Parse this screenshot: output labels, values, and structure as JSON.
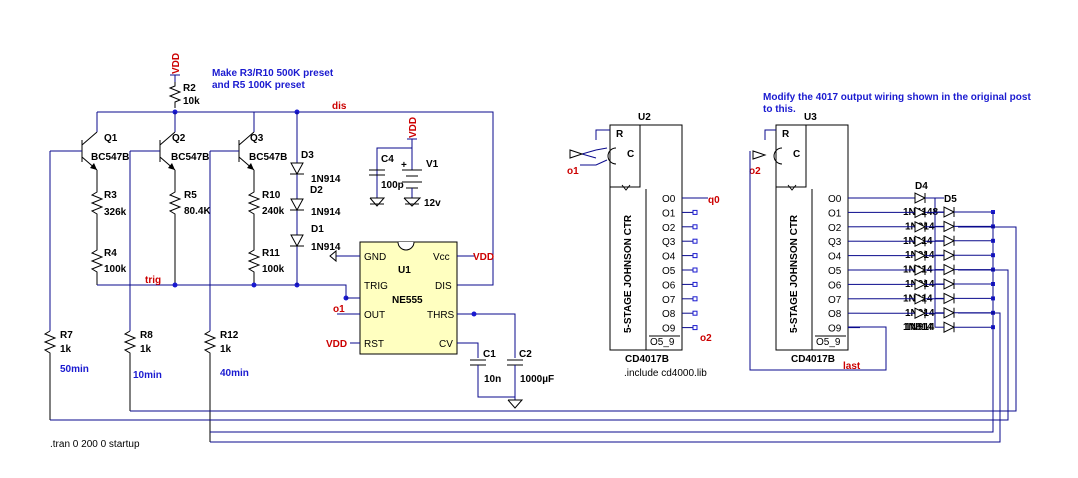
{
  "notes": {
    "preset": [
      "Make R3/R10 500K preset",
      "and R5 100K preset"
    ],
    "modify": [
      "Modify the 4017 output wiring shown in the original post",
      "to this."
    ],
    "include": ".include cd4000.lib",
    "tran": ".tran 0 200 0 startup"
  },
  "nets": {
    "vdd": "VDD",
    "dis": "dis",
    "trig": "trig",
    "o1": "o1",
    "o2": "o2",
    "q0": "q0",
    "last": "last"
  },
  "transistors": [
    {
      "name": "Q1",
      "model": "BC547B"
    },
    {
      "name": "Q2",
      "model": "BC547B"
    },
    {
      "name": "Q3",
      "model": "BC547B"
    }
  ],
  "resistors": {
    "R2": {
      "name": "R2",
      "value": "10k"
    },
    "R3": {
      "name": "R3",
      "value": "326k"
    },
    "R4": {
      "name": "R4",
      "value": "100k"
    },
    "R5": {
      "name": "R5",
      "value": "80.4K"
    },
    "R10": {
      "name": "R10",
      "value": "240k"
    },
    "R11": {
      "name": "R11",
      "value": "100k"
    },
    "R7": {
      "name": "R7",
      "value": "1k",
      "note": "50min"
    },
    "R8": {
      "name": "R8",
      "value": "1k",
      "note": "10min"
    },
    "R12": {
      "name": "R12",
      "value": "1k",
      "note": "40min"
    }
  },
  "diodes_left": [
    {
      "name": "D3",
      "model": "1N914"
    },
    {
      "name": "D2",
      "model": "1N914"
    },
    {
      "name": "D1",
      "model": "1N914"
    }
  ],
  "caps": {
    "C4": {
      "name": "C4",
      "value": "100p"
    },
    "C1": {
      "name": "C1",
      "value": "10n"
    },
    "C2": {
      "name": "C2",
      "value": "1000µF"
    }
  },
  "source": {
    "name": "V1",
    "value": "12v"
  },
  "timer": {
    "name": "U1",
    "model": "NE555",
    "pins_left": [
      "GND",
      "TRIG",
      "OUT",
      "RST"
    ],
    "pins_right": [
      "Vcc",
      "DIS",
      "THRS",
      "CV"
    ]
  },
  "counters": [
    {
      "name": "U2",
      "model": "CD4017B",
      "title": "5-STAGE JOHNSON CTR"
    },
    {
      "name": "U3",
      "model": "CD4017B",
      "title": "5-STAGE JOHNSON CTR"
    }
  ],
  "counter_pins": {
    "r": "R",
    "c": "C",
    "outputs": [
      "O0",
      "O1",
      "O2",
      "Q3",
      "O4",
      "O5",
      "O6",
      "O7",
      "O8",
      "O9"
    ],
    "carry": "O5_9"
  },
  "diode_ladder": {
    "left": [
      "D4",
      "",
      "",
      "",
      "",
      "",
      "",
      "",
      ""
    ],
    "right": [
      "D5",
      "",
      "",
      "",
      "",
      "",
      "",
      "",
      ""
    ],
    "labels": [
      "1N4148",
      "1N914",
      "1N914",
      "1N914",
      "1N914",
      "1N914",
      "1N914",
      "1N914",
      "1N914"
    ],
    "label_last": "1N914",
    "colors": {
      "wire": "#0a0a8c",
      "node": "#1a1ad0",
      "net": "#cc0000",
      "note": "#1a1ad0"
    }
  }
}
